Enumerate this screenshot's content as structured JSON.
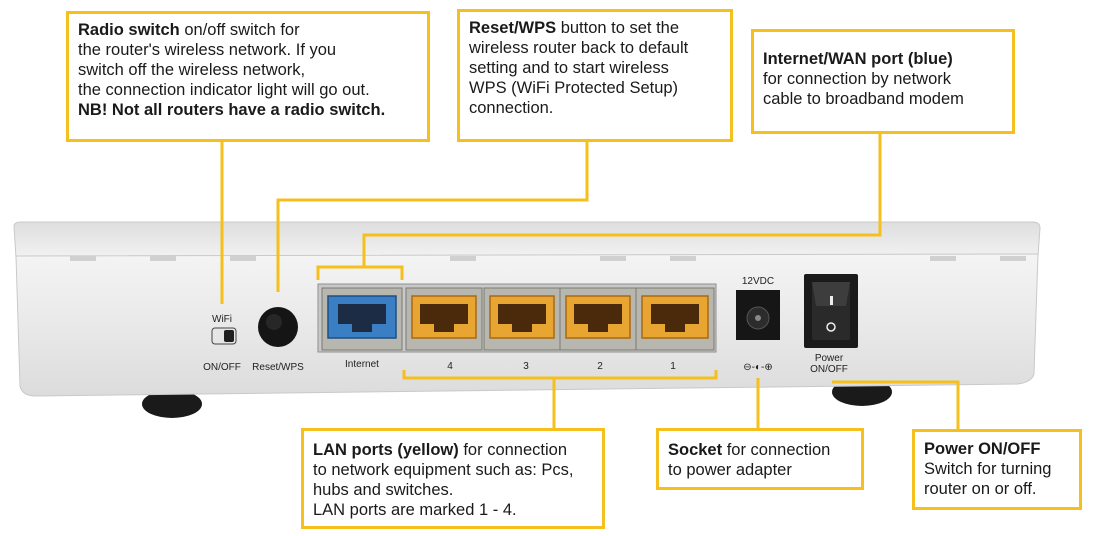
{
  "callouts": {
    "radio": {
      "title": "Radio switch",
      "line1_rest": " on/off switch for",
      "line2": "the router's wireless network. If you",
      "line3": "switch off the wireless network,",
      "line4": "the connection indicator light will go out.",
      "note": "NB! Not all routers have a radio switch."
    },
    "reset": {
      "title": "Reset/WPS",
      "line1_rest": " button to set the",
      "line2": "wireless router back to default",
      "line3": "setting and to start wireless",
      "line4": "WPS (WiFi Protected Setup)",
      "line5": "connection."
    },
    "wan": {
      "title": "Internet/WAN port (blue)",
      "line2": "for connection by network",
      "line3": "cable to broadband modem"
    },
    "lan": {
      "title": "LAN ports (yellow)",
      "line1_rest": " for connection",
      "line2": "to network equipment such as: Pcs,",
      "line3": "hubs and switches.",
      "line4": "LAN ports are marked 1 - 4."
    },
    "socket": {
      "title": "Socket",
      "line1_rest": " for connection",
      "line2": "to power adapter"
    },
    "power": {
      "title": "Power ON/OFF",
      "line2": "Switch for turning",
      "line3": "router on or off."
    }
  },
  "device_labels": {
    "wifi": "WiFi",
    "on_off": "ON/OFF",
    "reset_wps": "Reset/WPS",
    "internet": "Internet",
    "lan4": "4",
    "lan3": "3",
    "lan2": "2",
    "lan1": "1",
    "voltage": "12VDC",
    "power_line1": "Power",
    "power_line2": "ON/OFF",
    "polarity": "⊖-◐-⊕"
  },
  "colors": {
    "callout_border": "#f5bf1e",
    "wan_port": "#3a7fc4",
    "lan_port": "#e8a531",
    "router_body": "#ececec"
  }
}
